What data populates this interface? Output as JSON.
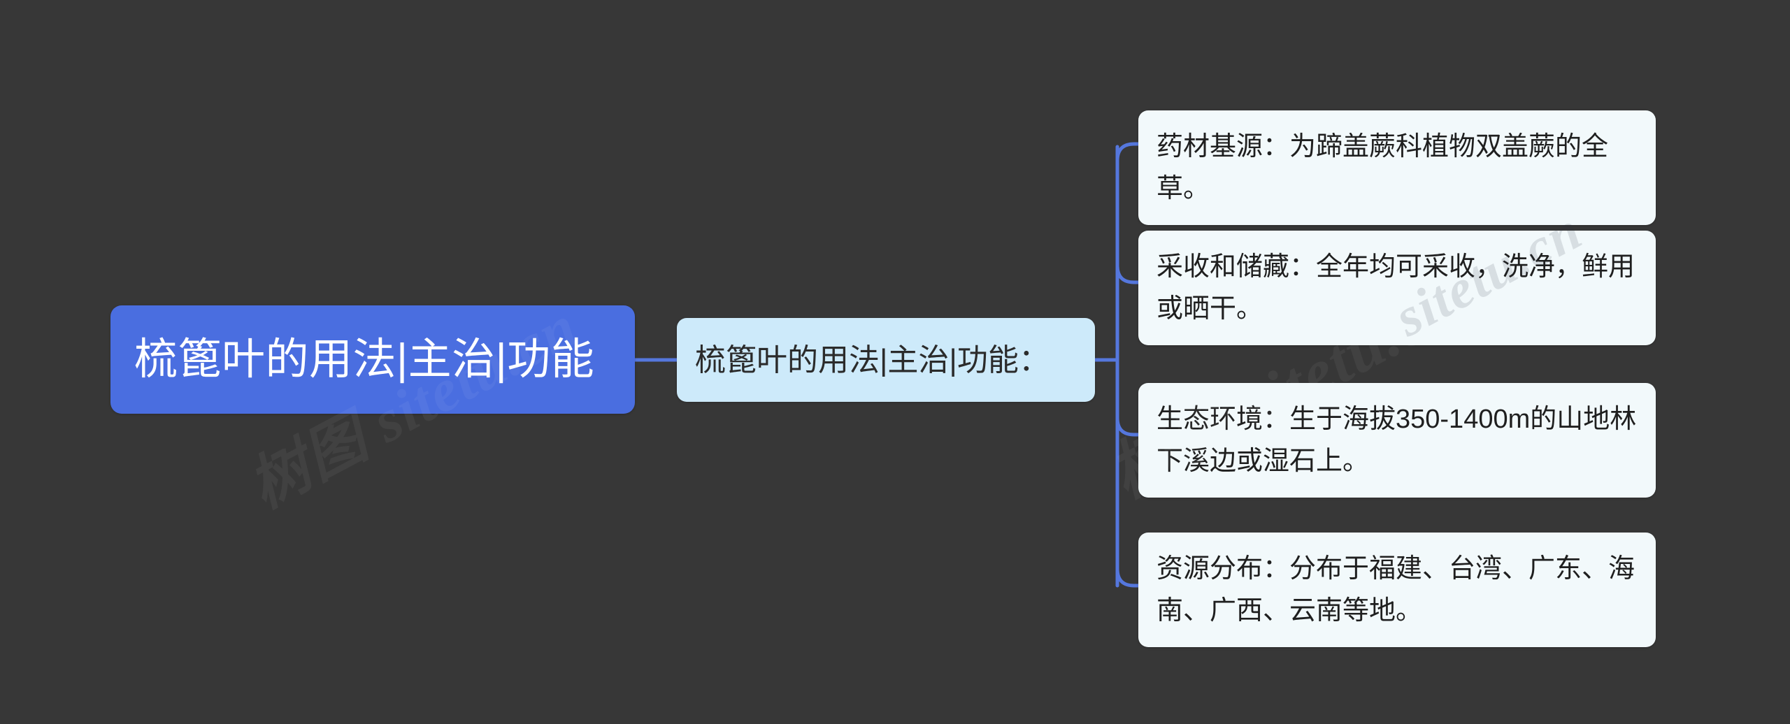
{
  "theme": {
    "background_color": "#373737",
    "root_node_color": "#4a6ee0",
    "root_text_color": "#ffffff",
    "branch_node_color": "#cdeafa",
    "leaf_node_color": "#f2f9fb",
    "node_text_color": "#1f1f1f",
    "connector_color": "#5577dd"
  },
  "mindmap": {
    "root": {
      "label": "梳篦叶的用法|主治|功能"
    },
    "branch": {
      "label": "梳篦叶的用法|主治|功能："
    },
    "leaves": [
      {
        "label": "药材基源：为蹄盖蕨科植物双盖蕨的全草。"
      },
      {
        "label": "采收和储藏：全年均可采收，洗净，鲜用或晒干。"
      },
      {
        "label": "生态环境：生于海拔350-1400m的山地林下溪边或湿石上。"
      },
      {
        "label": "资源分布：分布于福建、台湾、广东、海南、广西、云南等地。"
      }
    ]
  },
  "watermark": {
    "text_a": "树图 sitetu.cn",
    "text_b": "树图 sitetu.cn",
    "text_c": "sitetu.cn"
  }
}
